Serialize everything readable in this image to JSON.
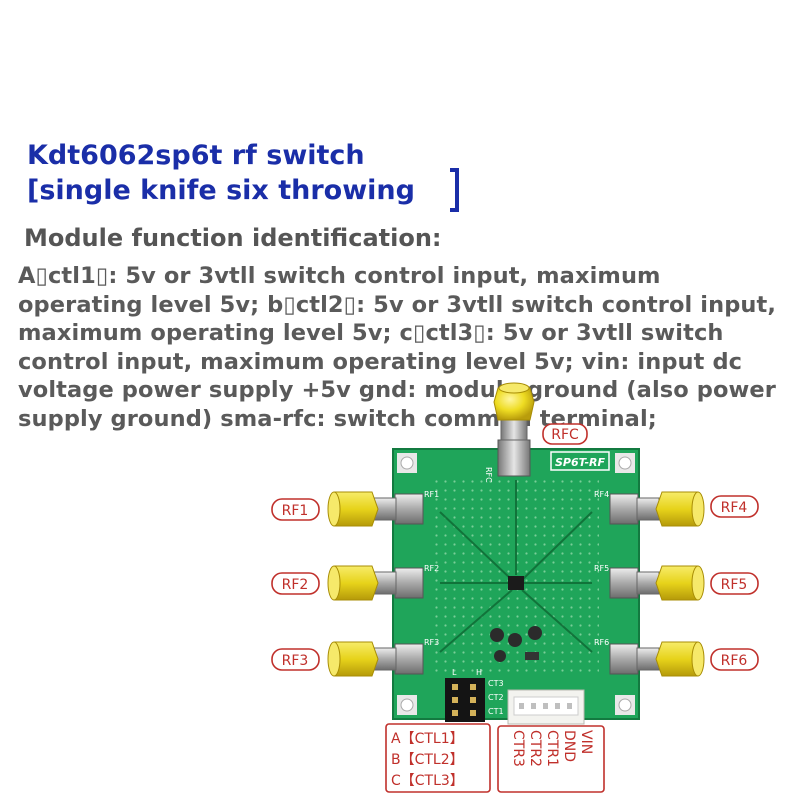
{
  "header": {
    "title_line1": "Kdt6062sp6t rf switch",
    "title_line2": "[single knife six throwing",
    "subtitle": "Module function identification:"
  },
  "description": "A▯ctl1▯: 5v or 3vtll switch control input, maximum operating level 5v; b▯ctl2▯: 5v or 3vtll switch control input, maximum operating level 5v; c▯ctl3▯: 5v or 3vtll switch control input, maximum operating level 5v; vin: input dc voltage power supply +5v gnd: module ground (also power supply ground) sma-rfc: switch common terminal;",
  "board": {
    "name": "SP6T-RF",
    "rfc_silk": "RFC",
    "silk": {
      "rf1": "RF1",
      "rf2": "RF2",
      "rf3": "RF3",
      "rf4": "RF4",
      "rf5": "RF5",
      "rf6": "RF6",
      "l": "L",
      "h": "H",
      "ct1": "CT1",
      "ct2": "CT2",
      "ct3": "CT3"
    }
  },
  "callouts": {
    "rfc": "RFC",
    "rf1": "RF1",
    "rf2": "RF2",
    "rf3": "RF3",
    "rf4": "RF4",
    "rf5": "RF5",
    "rf6": "RF6"
  },
  "ctl_labels": [
    "A【CTL1】",
    "B【CTL2】",
    "C【CTL3】"
  ],
  "connector_labels": [
    "VIN",
    "DND",
    "CTR1",
    "CTR2",
    "CTR3"
  ],
  "colors": {
    "title": "#1a2ea8",
    "pcb": "#1fa55a",
    "sma_gold": "#e9d21a",
    "callout_red": "#c0302b"
  }
}
